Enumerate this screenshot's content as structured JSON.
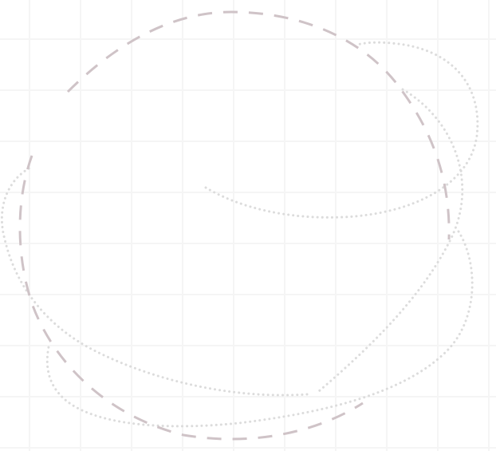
{
  "canvas": {
    "background_color": "#ffffff",
    "grid_color": "#f5f5f5",
    "dashed_stroke_color": "#cfc3c7",
    "dotted_stroke_color": "#dcdcdc"
  },
  "strokes": [
    {
      "name": "dashed-loop-stroke",
      "style": "dashed"
    },
    {
      "name": "dotted-loop-stroke",
      "style": "dotted"
    }
  ]
}
